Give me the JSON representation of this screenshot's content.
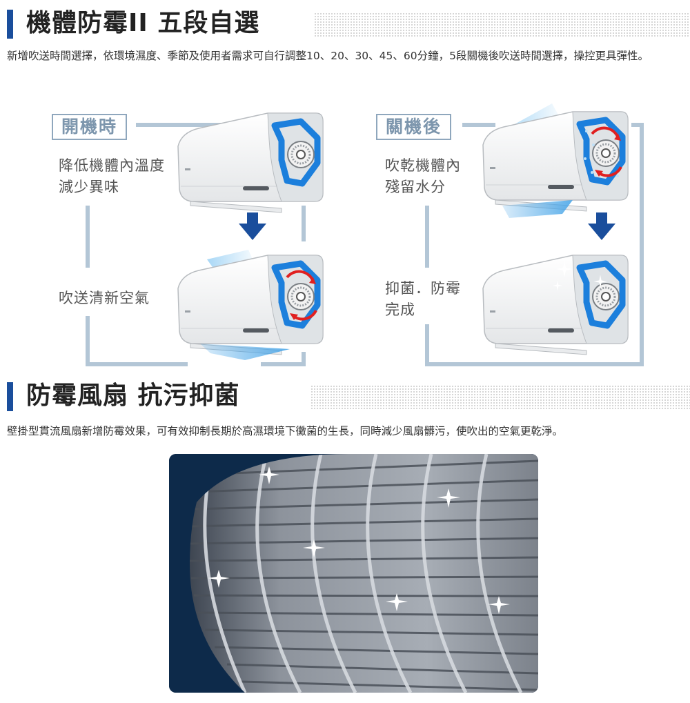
{
  "section1": {
    "title": "機體防霉II 五段自選",
    "description": "新增吹送時間選擇，依環境濕度、季節及使用者需求可自行調整10、20、30、45、60分鐘，5段關機後吹送時間選擇，操控更具彈性。"
  },
  "diagram": {
    "left": {
      "tag": "開機時",
      "note_top": "降低機體內溫度\n減少異味",
      "note_bottom": "吹送清新空氣"
    },
    "right": {
      "tag": "關機後",
      "note_top": "吹乾機體內\n殘留水分",
      "note_bottom": "抑菌．防霉\n完成"
    },
    "colors": {
      "flow_line": "#b3c6d6",
      "arrow": "#1a4e9c",
      "fan_blue": "#1c7fdc",
      "rotation_red": "#e02020",
      "airflow": "#6bb8ec"
    }
  },
  "section2": {
    "title": "防霉風扇 抗污抑菌",
    "description": "壁掛型貫流風扇新增防霉效果，可有效抑制長期於高濕環境下黴菌的生長，同時減少風扇髒污，使吹出的空氣更乾淨。"
  },
  "icons": [
    "down-arrow-icon",
    "rotation-arrow-icon",
    "sparkle-icon"
  ]
}
